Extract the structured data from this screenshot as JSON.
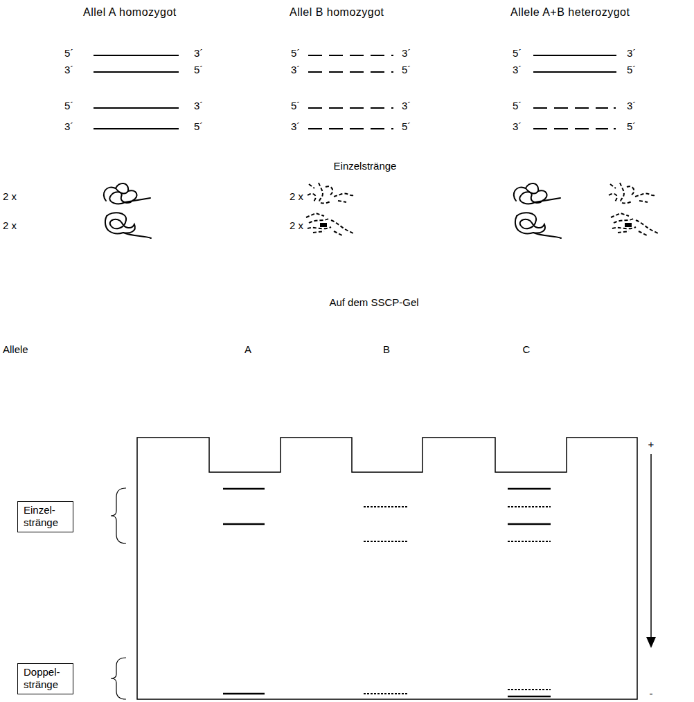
{
  "diagram": {
    "nodes": [
      {
        "text": [
          "Einzel- stränge"
        ]
      },
      {
        "text": [
          "Doppel- stränge"
        ]
      }
    ],
    "labels": [
      "Allel A homozygot",
      "Allel B homozygot",
      "Allele A+B heterozygot",
      "5´",
      "3´",
      "3´",
      "5´",
      "5´",
      "3´",
      "3´",
      "5´",
      "5´",
      "3´",
      "3´",
      "5´",
      "5´",
      "3´",
      "3´",
      "5´",
      "5´",
      "3´",
      "3´",
      "5´",
      "5´",
      "3´",
      "3´",
      "5´",
      "Einzelstränge",
      "2 x",
      "2 x",
      "2 x",
      "2 x",
      "Auf dem SSCP-Gel",
      "Allele",
      "A",
      "B",
      "C",
      "+",
      "-"
    ]
  }
}
